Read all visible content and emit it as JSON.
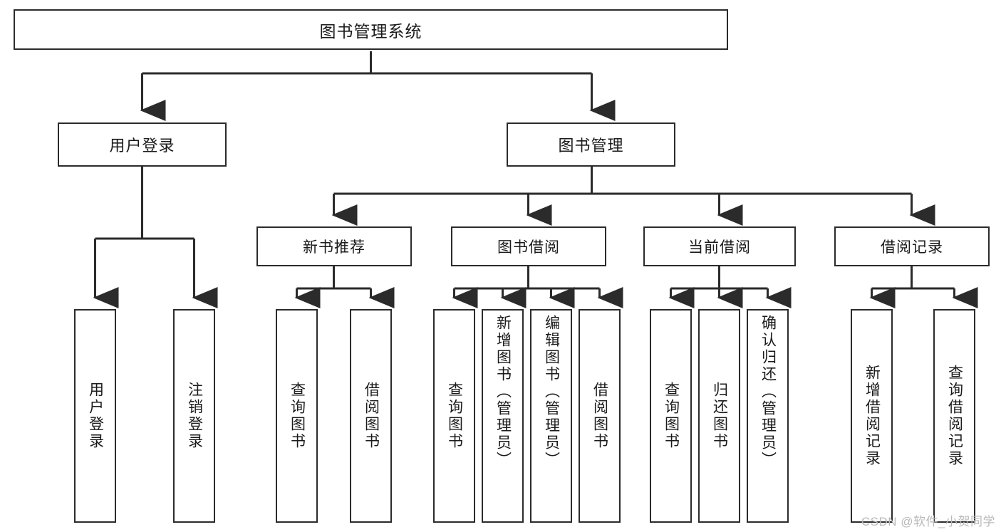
{
  "diagram": {
    "type": "tree",
    "title": "图书管理系统",
    "root": {
      "label": "图书管理系统"
    },
    "level1": [
      {
        "label": "用户登录"
      },
      {
        "label": "图书管理"
      }
    ],
    "level2": [
      {
        "label": "新书推荐"
      },
      {
        "label": "图书借阅"
      },
      {
        "label": "当前借阅"
      },
      {
        "label": "借阅记录"
      }
    ],
    "leaves": {
      "user_login": [
        {
          "label": "用户登录"
        },
        {
          "label": "注销登录"
        }
      ],
      "new_book": [
        {
          "label": "查询图书"
        },
        {
          "label": "借阅图书"
        }
      ],
      "book_borrow": [
        {
          "label": "查询图书"
        },
        {
          "label": "新增图书（管理员）"
        },
        {
          "label": "编辑图书（管理员）"
        },
        {
          "label": "借阅图书"
        }
      ],
      "current_borrow": [
        {
          "label": "查询图书"
        },
        {
          "label": "归还图书"
        },
        {
          "label": "确认归还（管理员）"
        }
      ],
      "borrow_record": [
        {
          "label": "新增借阅记录"
        },
        {
          "label": "查询借阅记录"
        }
      ]
    }
  },
  "watermark": {
    "text": "CSDN @软件_小贺同学"
  },
  "colors": {
    "stroke": "#2b2b2b",
    "background": "#ffffff",
    "text": "#1a1a1a",
    "watermark": "#b9b9b9"
  }
}
